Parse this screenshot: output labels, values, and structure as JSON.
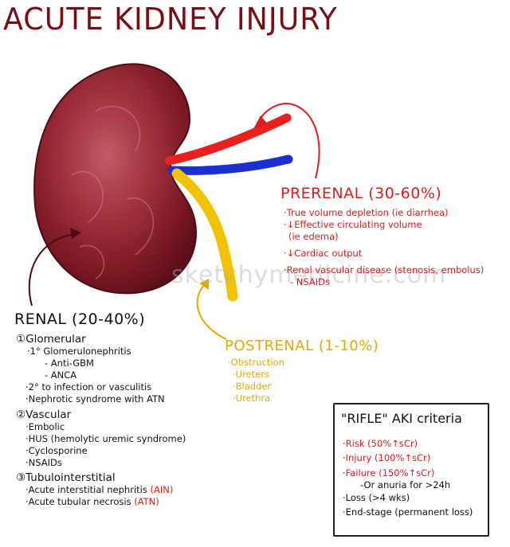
{
  "title": "ACUTE KIDNEY INJURY",
  "watermark": "sketchymedicine.com",
  "prerenal": {
    "heading": "PRERENAL (30-60%)",
    "items": [
      "·True volume depletion (ie diarrhea)",
      "·↓Effective circulating volume",
      "(ie edema)",
      "·↓Cardiac output",
      "·Renal vascular disease (stenosis, embolus)",
      "- NSAIDs"
    ]
  },
  "renal": {
    "heading": "RENAL (20-40%)",
    "glomerular": {
      "label": "①Glomerular",
      "items": [
        "·1° Glomerulonephritis",
        "- Anti-GBM",
        "- ANCA",
        "·2° to infection or vasculitis",
        "·Nephrotic syndrome with ATN"
      ]
    },
    "vascular": {
      "label": "②Vascular",
      "items": [
        "·Embolic",
        "·HUS (hemolytic uremic syndrome)",
        "·Cyclosporine",
        "·NSAIDs"
      ]
    },
    "tubulointerstitial": {
      "label": "③Tubulointerstitial",
      "ain_text": "·Acute interstitial nephritis",
      "ain_abbr": "(AIN)",
      "atn_text": "·Acute tubular necrosis",
      "atn_abbr": "(ATN)"
    }
  },
  "postrenal": {
    "heading": "POSTRENAL (1-10%)",
    "items": [
      "·Obstruction",
      "·Ureters",
      "·Bladder",
      "·Urethra"
    ]
  },
  "rifle": {
    "title": "\"RIFLE\" AKI criteria",
    "items": [
      {
        "term": "Risk",
        "rest": " (50%↑sCr)"
      },
      {
        "term": "Injury",
        "rest": " (100%↑sCr)"
      },
      {
        "term": "Failure",
        "rest": " (150%↑sCr)"
      },
      {
        "term": "",
        "rest": "-Or anuria for >24h"
      },
      {
        "term": "Loss",
        "rest": " (>4 wks)"
      },
      {
        "term": "End-stage",
        "rest": " (permanent loss)"
      }
    ]
  },
  "colors": {
    "title": "#7a0c14",
    "prerenal": "#d81e1e",
    "renal": "#111111",
    "postrenal": "#e8a800",
    "kidney": "#8b1e2a",
    "artery": "#e8201e",
    "vein": "#1c2fd0",
    "ureter": "#f2c200"
  }
}
